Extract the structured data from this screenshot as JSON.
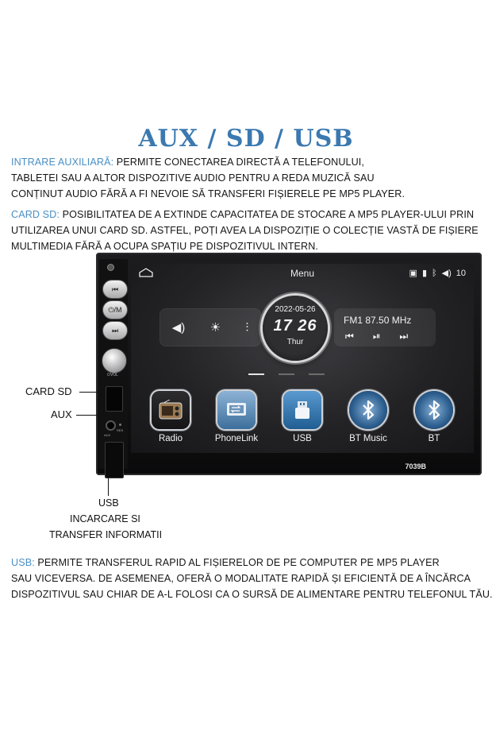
{
  "title": "AUX / SD / USB",
  "aux_section": {
    "label": "INTRARE AUXILIARĂ:",
    "lines": [
      " PERMITE CONECTAREA DIRECTĂ A TELEFONULUI,",
      "TABLETEI SAU A ALTOR DISPOZITIVE AUDIO PENTRU A REDA MUZICĂ SAU",
      "CONȚINUT AUDIO FĂRĂ A FI NEVOIE SĂ TRANSFERI FIȘIERELE PE MP5 PLAYER."
    ]
  },
  "sd_section": {
    "label": "CARD SD:",
    "lines": [
      " POSIBILITATEA DE A EXTINDE CAPACITATEA DE STOCARE A MP5 PLAYER-ULUI PRIN",
      "UTILIZAREA UNUI CARD SD. ASTFEL, POȚI AVEA LA DISPOZIȚIE O COLECȚIE VASTĂ DE FIȘIERE",
      "MULTIMEDIA FĂRĂ A OCUPA SPAȚIU PE DISPOZITIVUL INTERN."
    ]
  },
  "usb_section": {
    "label": "USB:",
    "lines": [
      " PERMITE TRANSFERUL RAPID AL FIȘIERELOR DE PE COMPUTER PE MP5 PLAYER",
      "SAU VICEVERSA. DE ASEMENEA, OFERĂ O MODALITATE RAPIDĂ ȘI EFICIENTĂ DE A ÎNCĂRCA",
      "DISPOZITIVUL SAU CHIAR DE A-L FOLOSI CA O SURSĂ DE ALIMENTARE PENTRU TELEFONUL TĂU."
    ]
  },
  "callouts": {
    "card_sd": "CARD SD",
    "aux": "AUX",
    "usb": "USB",
    "incarcare": "INCARCARE SI",
    "transfer": "TRANSFER INFORMATII"
  },
  "device": {
    "model": "7039B",
    "side_buttons": [
      "⏮",
      "⏻/M",
      "⏭"
    ],
    "knob_label": "⏻VOL",
    "res_label": "RES",
    "aux_label": "AUX",
    "screen": {
      "menu_title": "Menu",
      "volume_level": "10",
      "clock_date": "2022-05-26",
      "clock_time": "17 26",
      "clock_day": "Thur",
      "radio_freq": "FM1 87.50 MHz",
      "apps": [
        {
          "label": "Radio",
          "icon": "radio-icon"
        },
        {
          "label": "PhoneLink",
          "icon": "phonelink-icon"
        },
        {
          "label": "USB",
          "icon": "usb-drive-icon"
        },
        {
          "label": "BT Music",
          "icon": "bluetooth-icon"
        },
        {
          "label": "BT",
          "icon": "bluetooth-icon"
        }
      ]
    }
  }
}
